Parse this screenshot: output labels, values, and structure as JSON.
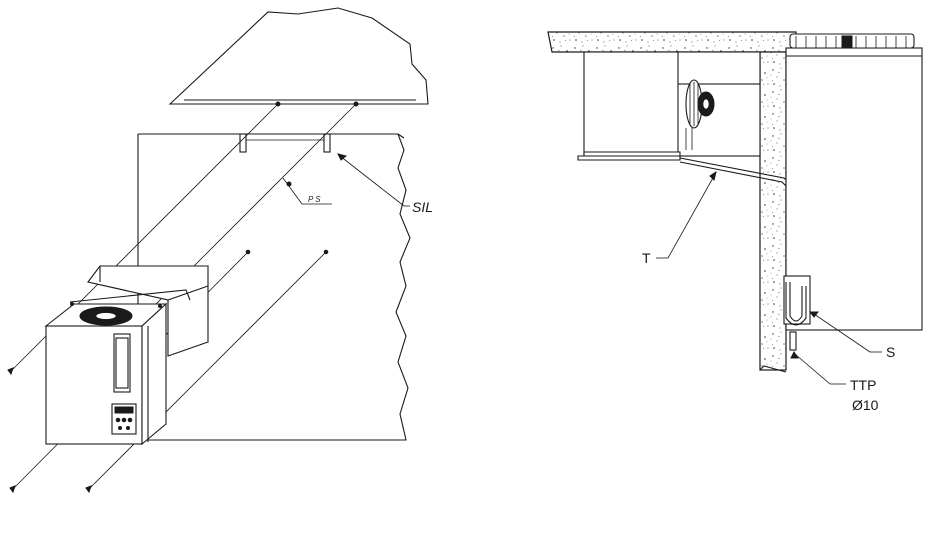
{
  "left_view": {
    "labels": {
      "sil": "SIL",
      "ps": "P S"
    }
  },
  "right_view": {
    "labels": {
      "t": "T",
      "s": "S",
      "ttp": "TTP",
      "ttp_diameter": "Ø10"
    }
  }
}
